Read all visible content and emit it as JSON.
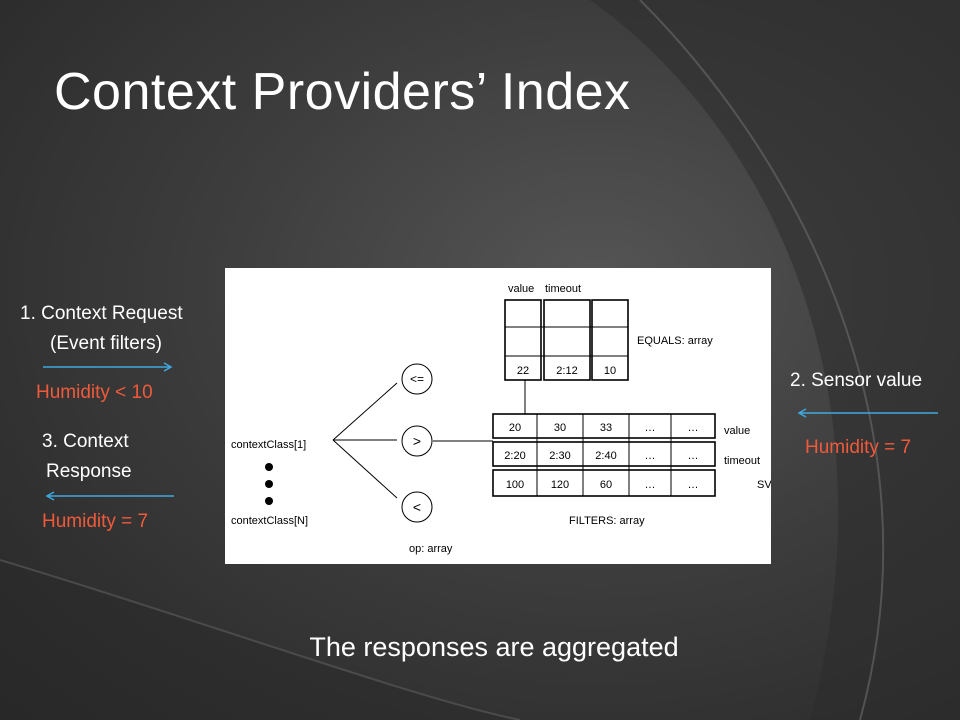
{
  "slide": {
    "title": "Context Providers’ Index",
    "footer": "The responses are aggregated"
  },
  "left": {
    "request_line1": "1. Context Request",
    "request_line2": "(Event filters)",
    "request_value": "Humidity  < 10",
    "response_line1": "3. Context",
    "response_line2": "Response",
    "response_value": "Humidity = 7"
  },
  "right": {
    "sensor_label": "2. Sensor value",
    "sensor_value": "Humidity = 7"
  },
  "colors": {
    "arrow": "#3fa9e0",
    "value_text": "#f05a3a"
  },
  "diagram": {
    "class_first": "contextClass[1]",
    "class_last": "contextClass[N]",
    "ops": [
      "<=",
      ">",
      "<"
    ],
    "ops_label": "op: array",
    "equals_header_value": "value",
    "equals_header_timeout": "timeout",
    "equals_row": [
      "22",
      "2:12",
      "10"
    ],
    "equals_label": "EQUALS: array",
    "filters_rows": [
      [
        "20",
        "30",
        "33",
        "…",
        "…"
      ],
      [
        "2:20",
        "2:30",
        "2:40",
        "…",
        "…"
      ],
      [
        "100",
        "120",
        "60",
        "…",
        "…"
      ]
    ],
    "filters_row_labels": [
      "value",
      "timeout",
      "SV"
    ],
    "filters_label": "FILTERS: array"
  }
}
